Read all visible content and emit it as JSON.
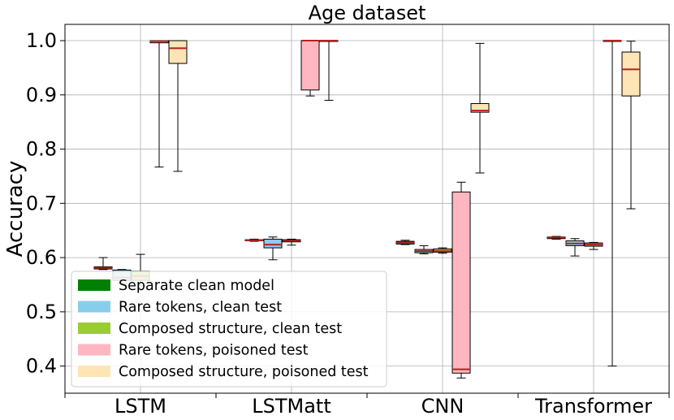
{
  "chart_data": {
    "type": "box",
    "title": "Age dataset",
    "xlabel": "",
    "ylabel": "Accuracy",
    "ylim": [
      0.35,
      1.03
    ],
    "yticks": [
      "0.4",
      "0.5",
      "0.6",
      "0.7",
      "0.8",
      "0.9",
      "1.0"
    ],
    "grid": true,
    "legend_position": "lower-left",
    "categories": [
      "LSTM",
      "LSTMatt",
      "CNN",
      "Transformer"
    ],
    "median_color": "#b22222",
    "series": [
      {
        "name": "Separate clean model",
        "color": "#008000",
        "boxes": [
          {
            "min": 0.578,
            "q1": 0.579,
            "median": 0.581,
            "q3": 0.583,
            "max": 0.6
          },
          {
            "min": 0.63,
            "q1": 0.631,
            "median": 0.632,
            "q3": 0.633,
            "max": 0.634
          },
          {
            "min": 0.624,
            "q1": 0.625,
            "median": 0.627,
            "q3": 0.63,
            "max": 0.632
          },
          {
            "min": 0.634,
            "q1": 0.635,
            "median": 0.637,
            "q3": 0.638,
            "max": 0.639
          }
        ]
      },
      {
        "name": "Rare tokens, clean test",
        "color": "#87ceeb",
        "boxes": [
          {
            "min": 0.553,
            "q1": 0.558,
            "median": 0.563,
            "q3": 0.577,
            "max": 0.578
          },
          {
            "min": 0.596,
            "q1": 0.618,
            "median": 0.624,
            "q3": 0.634,
            "max": 0.638
          },
          {
            "min": 0.607,
            "q1": 0.609,
            "median": 0.612,
            "q3": 0.615,
            "max": 0.622
          },
          {
            "min": 0.603,
            "q1": 0.622,
            "median": 0.626,
            "q3": 0.631,
            "max": 0.635
          }
        ]
      },
      {
        "name": "Composed structure, clean test",
        "color": "#9acd32",
        "boxes": [
          {
            "min": 0.548,
            "q1": 0.558,
            "median": 0.566,
            "q3": 0.575,
            "max": 0.606
          },
          {
            "min": 0.623,
            "q1": 0.629,
            "median": 0.631,
            "q3": 0.633,
            "max": 0.634
          },
          {
            "min": 0.608,
            "q1": 0.61,
            "median": 0.612,
            "q3": 0.616,
            "max": 0.618
          },
          {
            "min": 0.615,
            "q1": 0.621,
            "median": 0.624,
            "q3": 0.627,
            "max": 0.628
          }
        ]
      },
      {
        "name": "Rare tokens, poisoned test",
        "color": "#ffb6c1",
        "boxes": [
          {
            "min": 0.767,
            "q1": 0.996,
            "median": 0.999,
            "q3": 1.0,
            "max": 1.0
          },
          {
            "min": 0.898,
            "q1": 0.909,
            "median": 1.0,
            "q3": 1.0,
            "max": 1.0
          },
          {
            "min": 0.378,
            "q1": 0.387,
            "median": 0.394,
            "q3": 0.721,
            "max": 0.739
          },
          {
            "min": 0.4,
            "q1": 1.0,
            "median": 1.0,
            "q3": 1.0,
            "max": 1.0
          }
        ]
      },
      {
        "name": "Composed structure, poisoned test",
        "color": "#ffe4b5",
        "boxes": [
          {
            "min": 0.759,
            "q1": 0.958,
            "median": 0.986,
            "q3": 1.0,
            "max": 1.0
          },
          {
            "min": 0.89,
            "q1": 1.0,
            "median": 1.0,
            "q3": 1.0,
            "max": 1.0
          },
          {
            "min": 0.756,
            "q1": 0.868,
            "median": 0.871,
            "q3": 0.884,
            "max": 0.995
          },
          {
            "min": 0.69,
            "q1": 0.898,
            "median": 0.947,
            "q3": 0.979,
            "max": 0.999
          }
        ]
      }
    ]
  }
}
